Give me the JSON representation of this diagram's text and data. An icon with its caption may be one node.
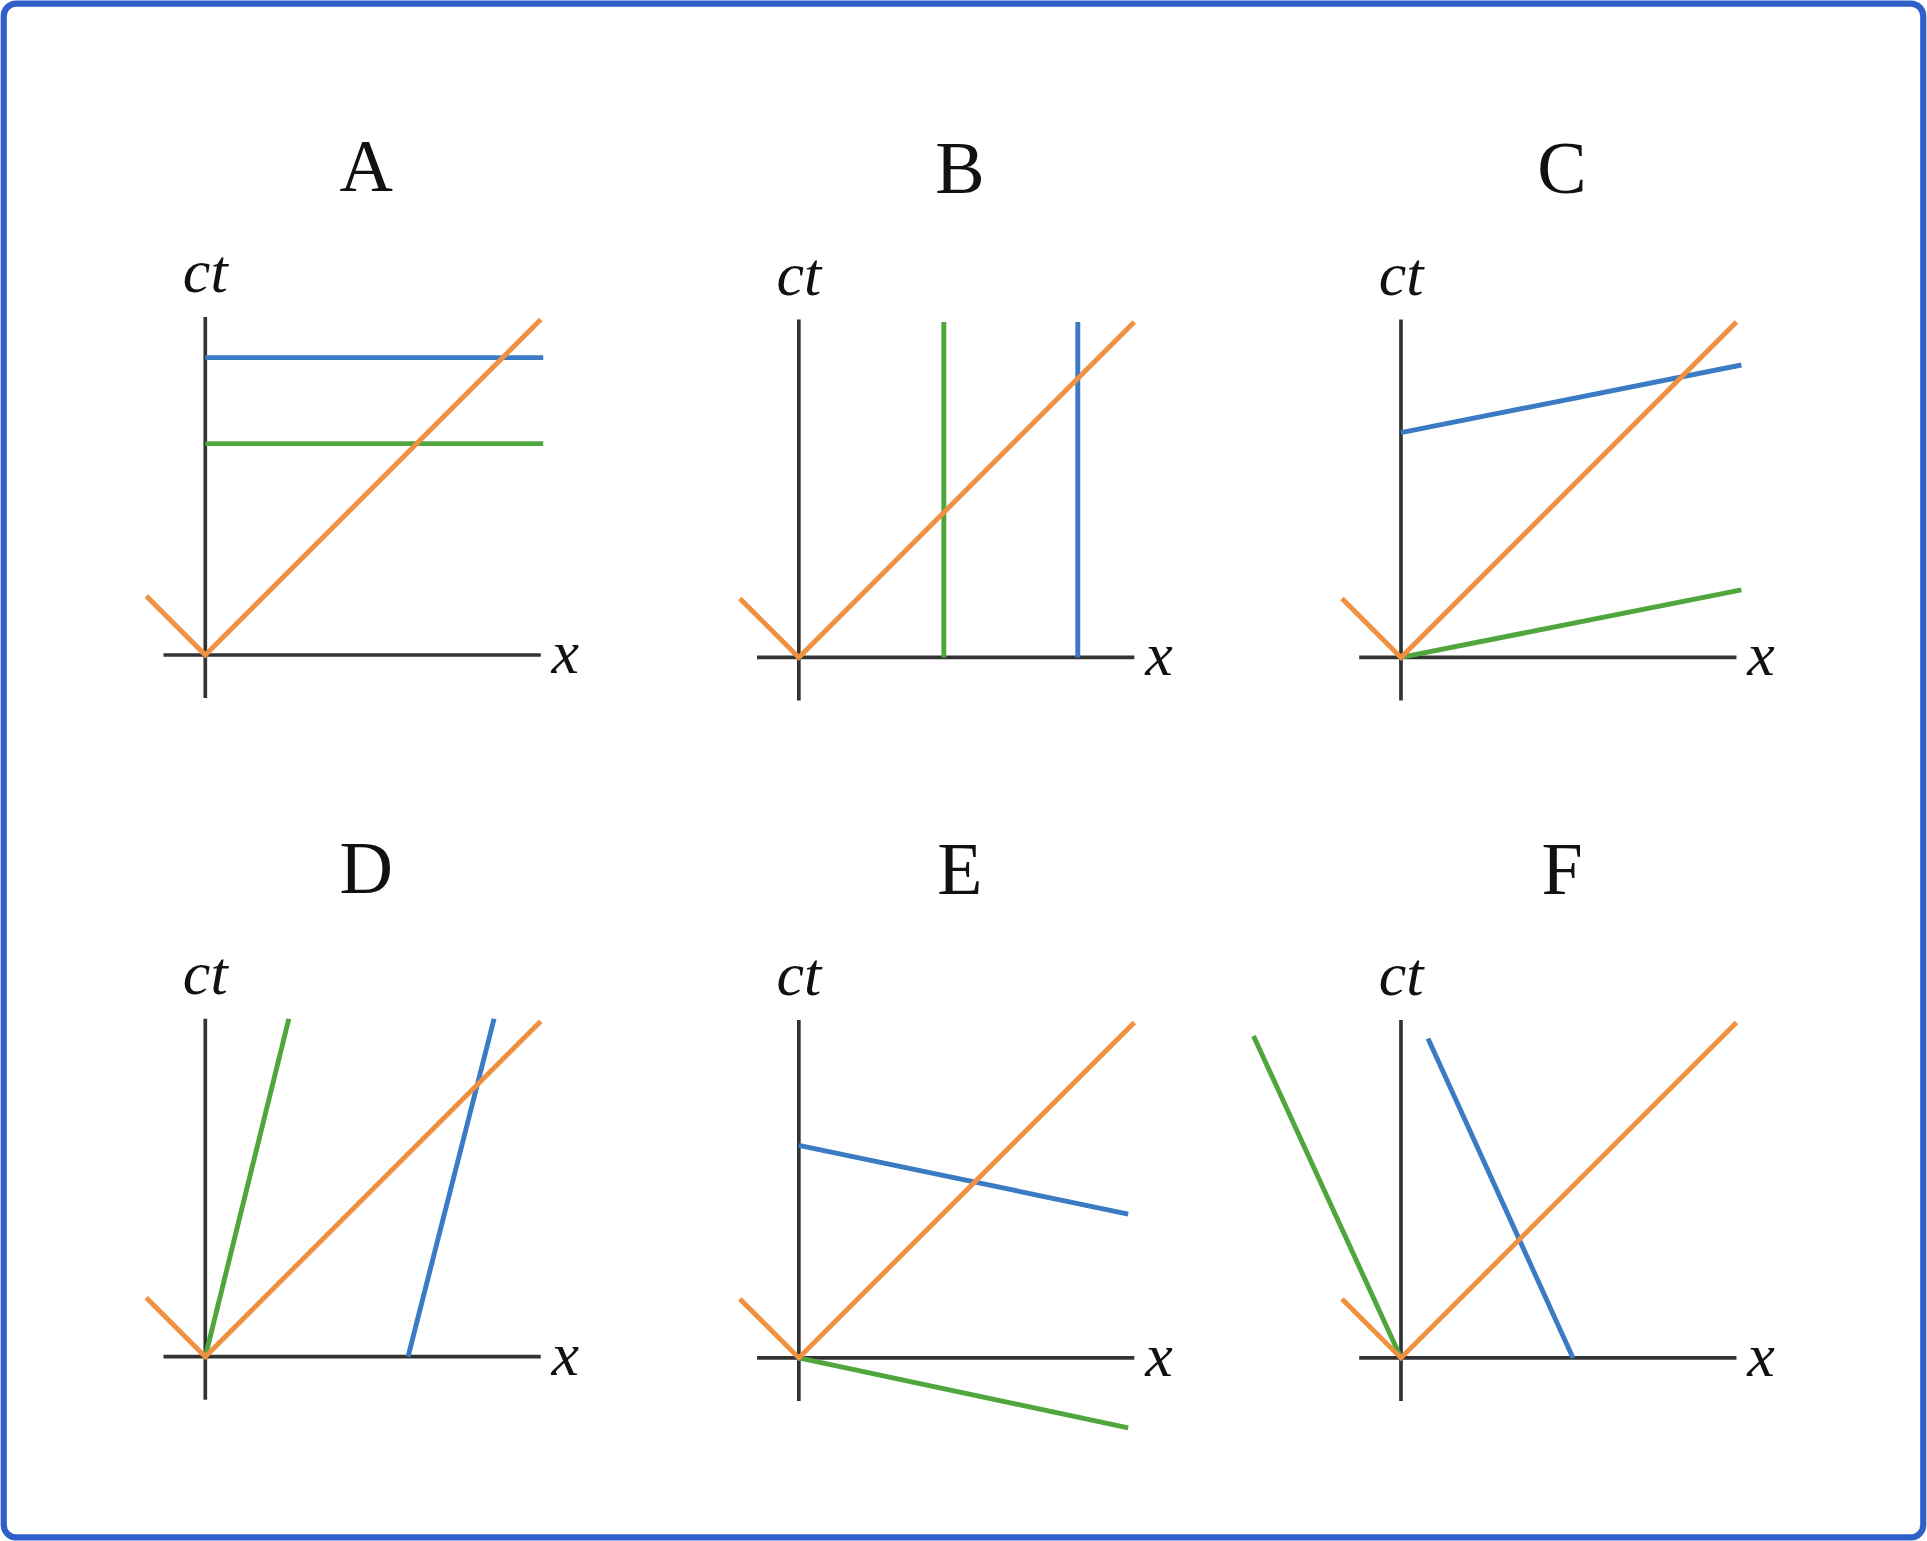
{
  "diagram": {
    "labels": [
      "A",
      "ct",
      "x",
      "B",
      "ct",
      "x",
      "C",
      "ct",
      "x",
      "D",
      "ct",
      "x",
      "E",
      "ct",
      "x",
      "F",
      "ct",
      "x"
    ]
  }
}
